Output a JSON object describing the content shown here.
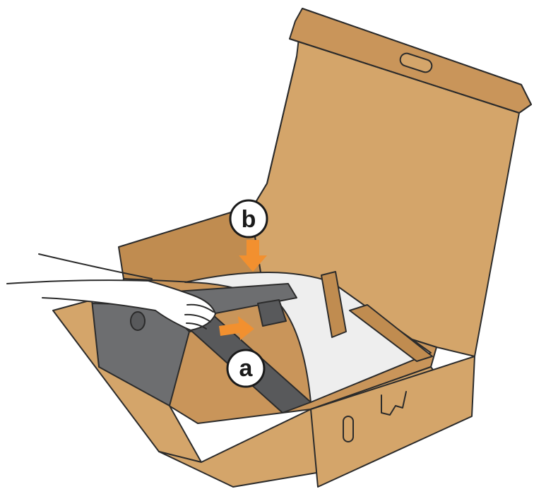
{
  "illustration": {
    "steps": [
      {
        "id": "a",
        "label": "a"
      },
      {
        "id": "b",
        "label": "b"
      }
    ],
    "colors": {
      "cardboard": "#d4a56a",
      "cardboard_dark": "#c08c50",
      "cardboard_inner": "#c9955a",
      "outline": "#2b2b2b",
      "arrow": "#f2902f",
      "stand": "#6d6e70",
      "stand_dark": "#58595b",
      "foam": "#eeeeee"
    },
    "icons": [
      "down-arrow-icon",
      "right-arrow-icon"
    ]
  }
}
